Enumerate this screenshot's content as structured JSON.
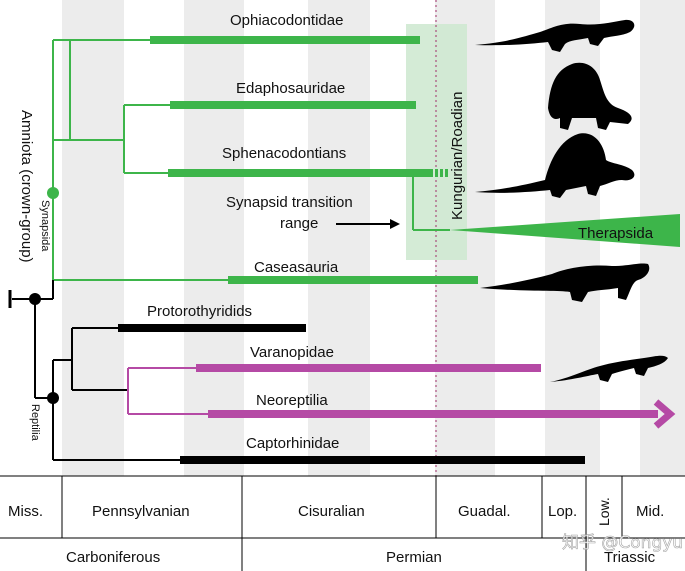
{
  "colors": {
    "synapsida": "#3db54a",
    "synapsida_dark": "#2aa33b",
    "reptilia_purple": "#b54aa5",
    "black": "#000000",
    "band_gray": "#ececec",
    "highlight_green": "#cfe9d1",
    "dotted_line": "#a0306a"
  },
  "clade_labels": {
    "amniota": "Amniota (crown-group)",
    "synapsida": "Synapsida",
    "reptilia": "Reptilia"
  },
  "taxa": {
    "ophiacodontidae": "Ophiacodontidae",
    "edaphosauridae": "Edaphosauridae",
    "sphenacodontians": "Sphenacodontians",
    "caseasauria": "Caseasauria",
    "protorothyridids": "Protorothyridids",
    "varanopidae": "Varanopidae",
    "neoreptilia": "Neoreptilia",
    "captorhinidae": "Captorhinidae",
    "therapsida": "Therapsida"
  },
  "annotations": {
    "transition_line1": "Synapsid transition",
    "transition_line2": "range",
    "kungurian_roadian": "Kungurian/Roadian"
  },
  "timescale": {
    "epochs": {
      "miss": "Miss.",
      "pennsylvanian": "Pennsylvanian",
      "cisuralian": "Cisuralian",
      "guadal": "Guadal.",
      "lop": "Lop.",
      "low": "Low.",
      "mid": "Mid."
    },
    "periods": {
      "carboniferous": "Carboniferous",
      "permian": "Permian",
      "triassic": "Triassic"
    }
  },
  "watermark": "知乎 @Congyu"
}
